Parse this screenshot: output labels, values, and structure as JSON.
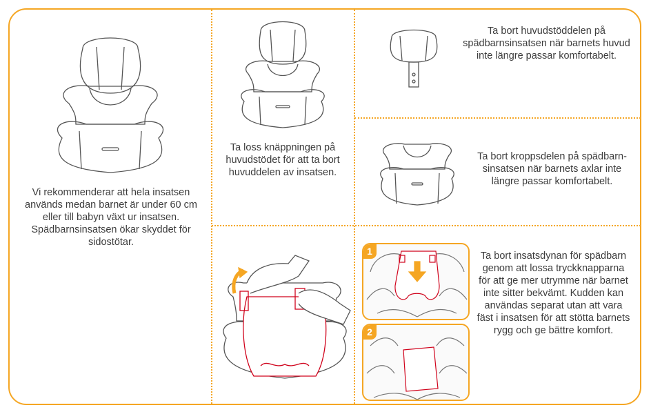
{
  "panels": {
    "intro_text": "Vi rekommenderar att hela insatsen används medan barnet är under 60 cm eller till babyn växt ur insatsen. Spädbarnsinsatsen ökar skyddet för sidostötar.",
    "detach_text": "Ta loss knäppningen på huvudstödet för att ta bort huvuddelen av insatsen.",
    "head_text": "Ta bort huvudstöddelen på spädbarnsinsatsen när barnets huvud inte längre passar komfortabelt.",
    "body_text": "Ta bort kroppsdelen på spädbarn-sinsatsen när barnets axlar inte längre passar komfortabelt.",
    "cushion_text": "Ta bort insatsdynan för spädbarn genom att lossa tryckknapparna för att ge mer utrymme när barnet inte sitter bekvämt. Kudden kan användas separat utan att vara fäst i insatsen för att stötta barnets rygg och ge bättre komfort."
  },
  "steps": [
    "1",
    "2"
  ],
  "colors": {
    "accent": "#f5a623",
    "highlight": "#d0021b",
    "line": "#555555"
  }
}
